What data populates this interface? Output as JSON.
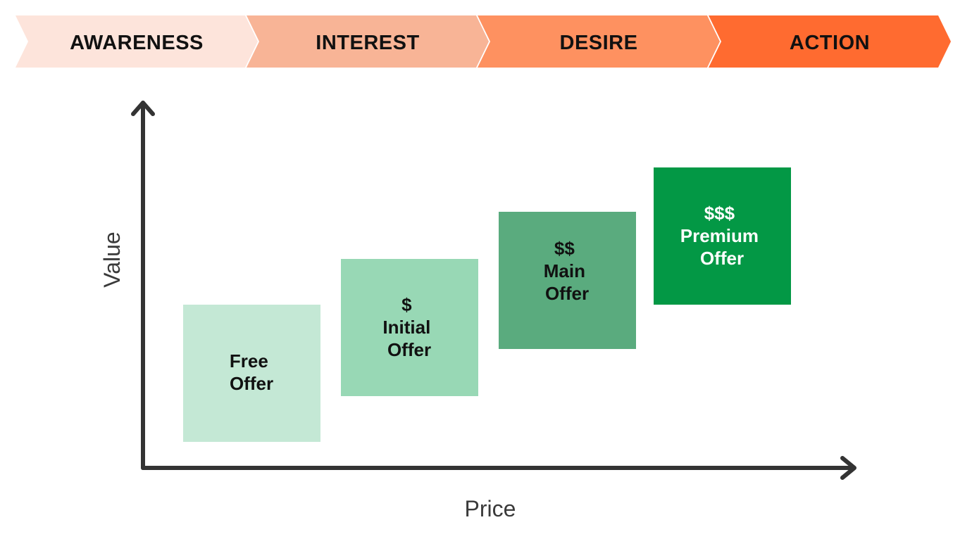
{
  "stages": [
    {
      "label": "AWARENESS",
      "color": "#fde4db"
    },
    {
      "label": "INTEREST",
      "color": "#f8b496"
    },
    {
      "label": "DESIRE",
      "color": "#fe9160"
    },
    {
      "label": "ACTION",
      "color": "#ff6b30"
    }
  ],
  "axes": {
    "x_label": "Price",
    "y_label": "Value",
    "color": "#333333"
  },
  "offers": [
    {
      "lines": [
        "Free",
        "Offer"
      ],
      "fill": "#c4e8d5",
      "text_color": "#111111"
    },
    {
      "lines": [
        "$",
        "Initial",
        "Offer"
      ],
      "fill": "#98d8b5",
      "text_color": "#111111"
    },
    {
      "lines": [
        "$$",
        "Main",
        "Offer"
      ],
      "fill": "#5aab7e",
      "text_color": "#111111"
    },
    {
      "lines": [
        "$$$",
        "Premium",
        "Offer"
      ],
      "fill": "#039845",
      "text_color": "#ffffff"
    }
  ]
}
